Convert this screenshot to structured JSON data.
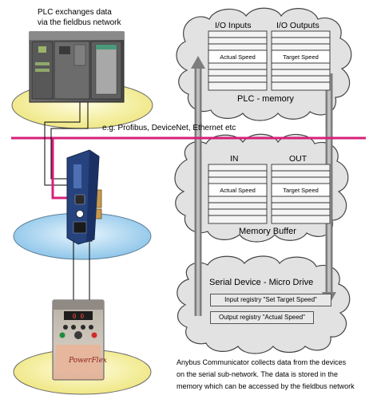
{
  "plc_label": [
    "PLC exchanges data",
    "via the fieldbus network"
  ],
  "fieldbus_label": "e.g. Profibus, DeviceNet, Ethernet etc",
  "plc_memory": {
    "header_in": "I/O Inputs",
    "header_out": "I/O Outputs",
    "cell_in": "Actual Speed",
    "cell_out": "Target Speed",
    "title": "PLC - memory"
  },
  "memory_buffer": {
    "header_in": "IN",
    "header_out": "OUT",
    "cell_in": "Actual Speed",
    "cell_out": "Target Speed",
    "title": "Memory Buffer"
  },
  "serial_device": {
    "title": "Serial Device - Micro Drive",
    "input_registry": "Input registry \"Set Target Speed\"",
    "output_registry": "Output registry \"Actual Speed\""
  },
  "caption": [
    "Anybus Communicator collects data from the devices",
    "on the serial sub-network. The data is stored in the",
    "memory which can be accessed by the fieldbus network"
  ],
  "colors": {
    "fieldbus_line": "#d6207a",
    "cloud_fill": "#e2e2e2",
    "plc_disc": "#f4ef9a",
    "gateway_disc": "#a9d3ef",
    "drive_disc": "#f4ef9a",
    "gateway_body": "#27437e"
  }
}
